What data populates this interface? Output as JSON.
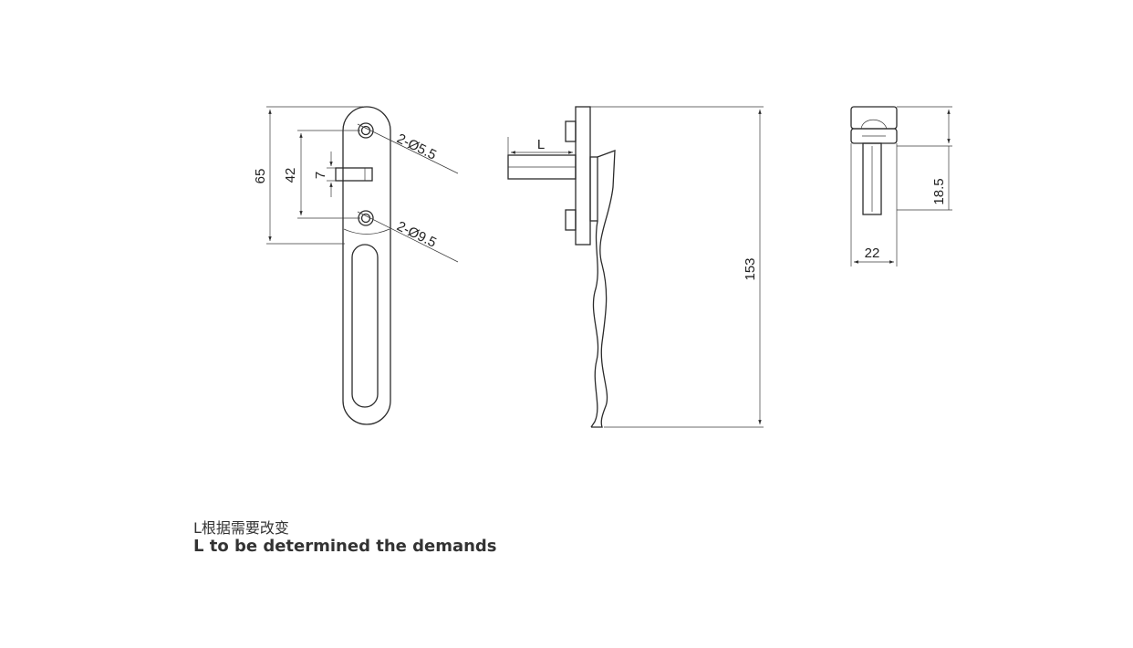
{
  "dimensions": {
    "overall_height_front": "65",
    "hole_spacing": "42",
    "slot_width": "7",
    "hole_small": "2-Ø5.5",
    "hole_large": "2-Ø9.5",
    "spindle_length": "L",
    "handle_length": "153",
    "base_depth": "18.5",
    "base_width": "22"
  },
  "notes": {
    "chinese": "L根据需要改变",
    "english": "L to be determined the demands"
  },
  "colors": {
    "line": "#2b2b2b",
    "text": "#333333",
    "background": "#ffffff"
  }
}
